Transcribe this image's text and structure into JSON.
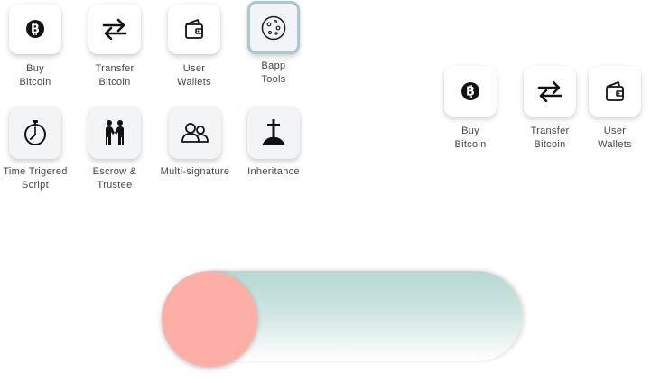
{
  "grid": {
    "tiles": [
      {
        "label": "Buy\nBitcoin",
        "icon": "bitcoin-icon"
      },
      {
        "label": "Transfer\nBitcoin",
        "icon": "transfer-arrows-icon"
      },
      {
        "label": "User\nWallets",
        "icon": "wallet-icon"
      },
      {
        "label": "Bapp\nTools",
        "icon": "cookie-icon",
        "selected": true
      },
      {
        "label": "Time Trigered\nScript",
        "icon": "stopwatch-icon"
      },
      {
        "label": "Escrow &\nTrustee",
        "icon": "handshake-icon"
      },
      {
        "label": "Multi-signature",
        "icon": "people-icon"
      },
      {
        "label": "Inheritance",
        "icon": "grave-cross-icon"
      }
    ]
  },
  "side_group": {
    "tiles": [
      {
        "label": "Buy\nBitcoin",
        "icon": "bitcoin-icon"
      },
      {
        "label": "Transfer\nBitcoin",
        "icon": "transfer-arrows-icon"
      },
      {
        "label": "User\nWallets",
        "icon": "wallet-icon"
      }
    ]
  },
  "slider": {
    "position": 0.0,
    "track_color": "#b5d8d3",
    "knob_color": "#fdaea5"
  },
  "colors": {
    "selected_border": "#a9c8cf",
    "label_text": "#444444"
  }
}
